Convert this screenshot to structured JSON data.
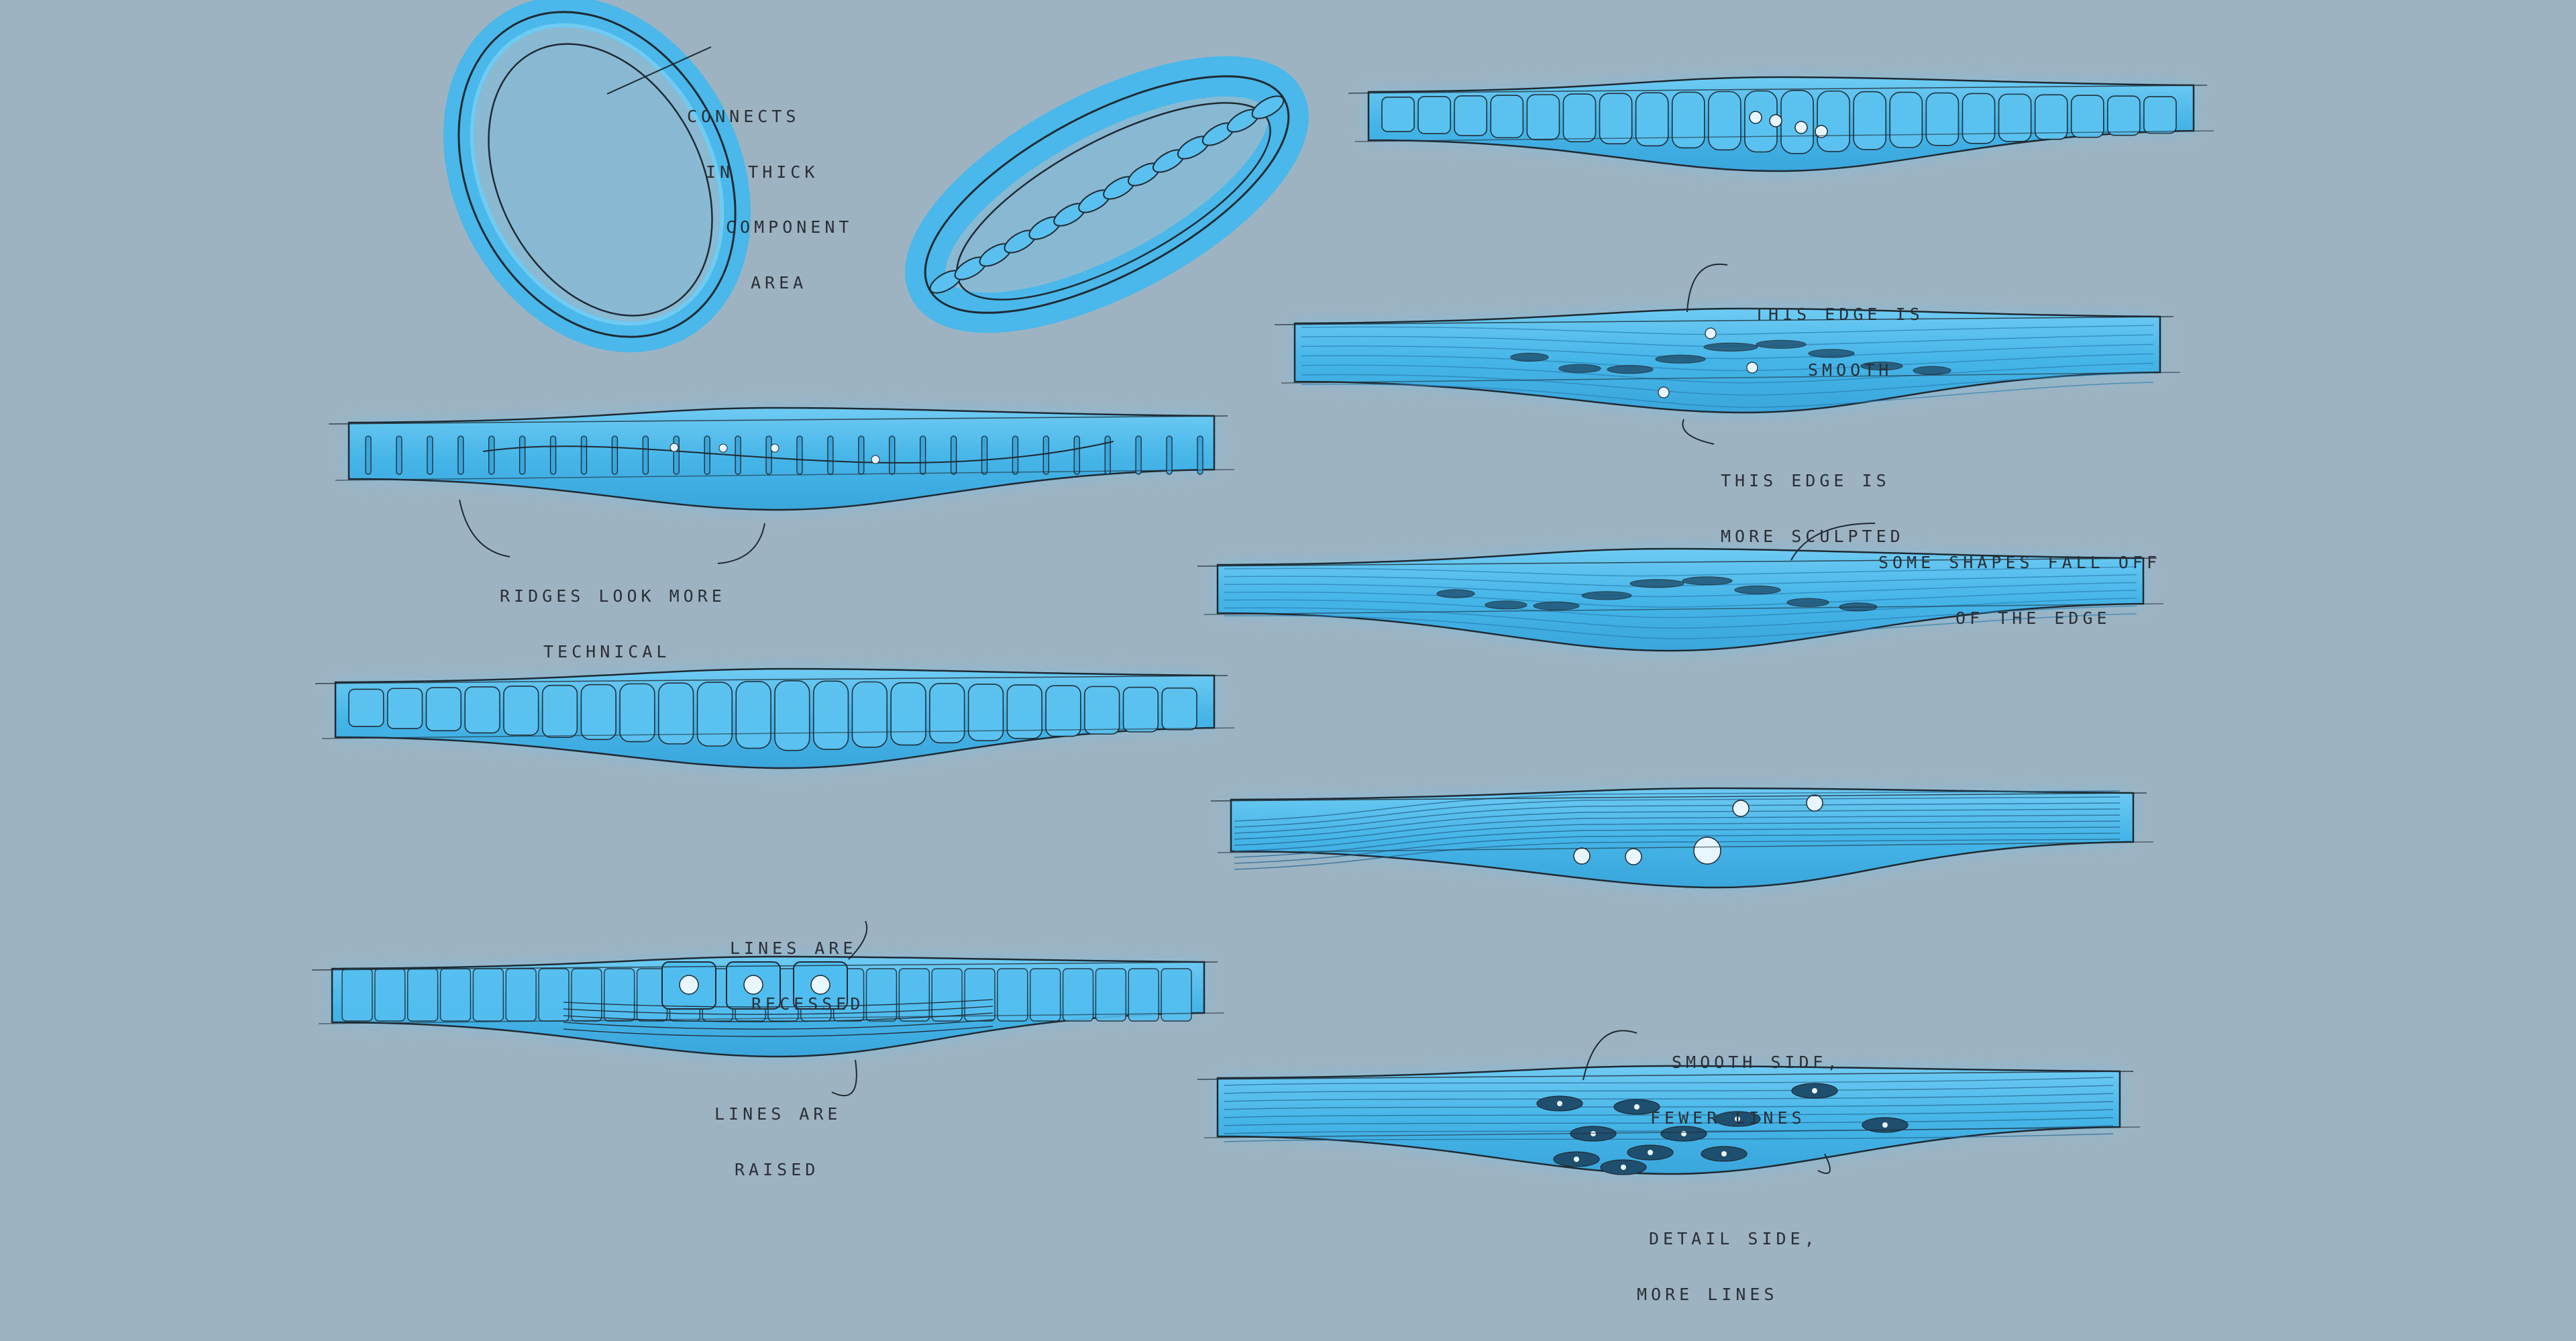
{
  "colors": {
    "background": "#9eb3c2",
    "band_fill": "#4ab8ea",
    "band_light": "#7fd1f5",
    "outline": "#1f2a33",
    "glow": "#63c6f0",
    "highlight": "#e8f7ff"
  },
  "annotations": {
    "connects": [
      "CONNECTS",
      "IN THICK",
      "COMPONENT",
      "AREA"
    ],
    "edge_smooth": [
      "THIS EDGE IS",
      "SMOOTH"
    ],
    "edge_sculpted": [
      "THIS EDGE IS",
      "MORE SCULPTED"
    ],
    "ridges": [
      "RIDGES LOOK MORE",
      "TECHNICAL"
    ],
    "fall_off": [
      "SOME SHAPES FALL OFF",
      "OF THE EDGE"
    ],
    "recessed": [
      "LINES ARE",
      "RECESSED"
    ],
    "raised": [
      "LINES ARE",
      "RAISED"
    ],
    "smooth_side": [
      "SMOOTH SIDE,",
      "FEWER LINES"
    ],
    "detail_side": [
      "DETAIL SIDE,",
      "MORE LINES"
    ]
  }
}
